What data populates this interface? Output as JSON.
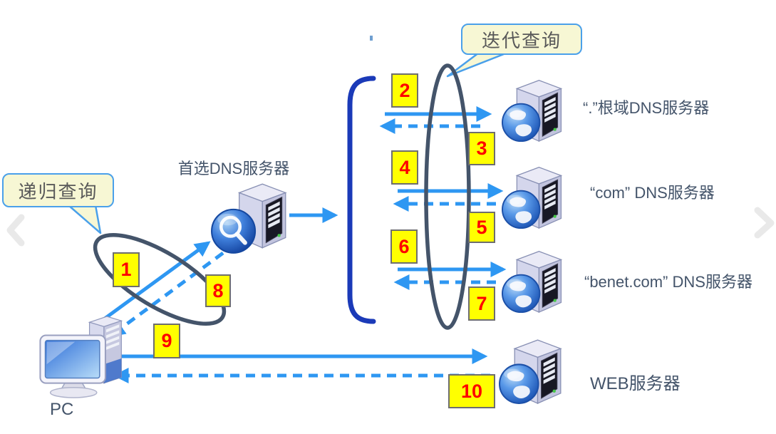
{
  "callouts": {
    "recursive": "递归查询",
    "iterative": "迭代查询"
  },
  "nodes": {
    "pc": "PC",
    "preferred_dns": "首选DNS服务器",
    "root_dns": "“.”根域DNS服务器",
    "com_dns": "“com” DNS服务器",
    "benet_dns": "“benet.com” DNS服务器",
    "web": "WEB服务器"
  },
  "steps": [
    "1",
    "2",
    "3",
    "4",
    "5",
    "6",
    "7",
    "8",
    "9",
    "10"
  ],
  "icons": {
    "pc": "desktop-computer",
    "preferred_dns": "tower-server-with-magnifier-orb",
    "root_dns": "tower-server-with-globe",
    "com_dns": "tower-server-with-globe",
    "benet_dns": "tower-server-with-globe",
    "web": "tower-server-with-globe",
    "nav_left": "chevron-left",
    "nav_right": "chevron-right"
  },
  "colors": {
    "arrow": "#2e97f2",
    "bracket": "#1b3ab8",
    "ellipse": "#44546a",
    "box_fill": "#ffff00",
    "box_border": "#6e6e6e",
    "number": "#fe0000",
    "callout_fill": "#f7f7d4",
    "callout_border": "#4aa0ea",
    "callout_text": "#595959",
    "label": "#44546a",
    "chevron": "#e9e9e9"
  }
}
